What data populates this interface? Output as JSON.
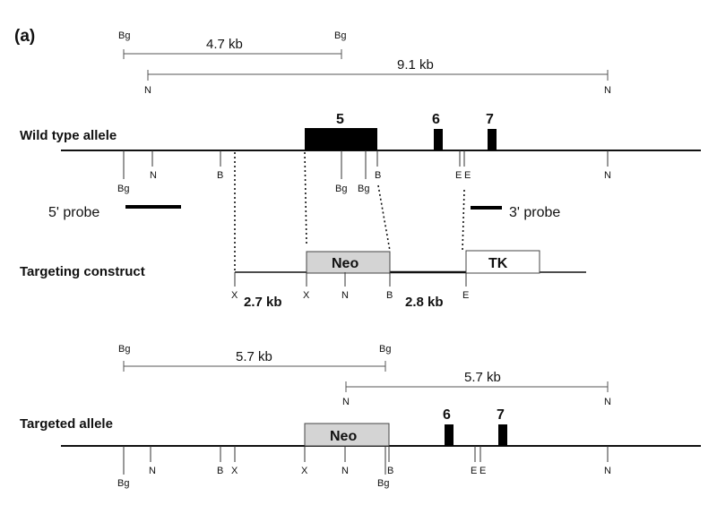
{
  "panel_label": "(a)",
  "wild_type": {
    "label": "Wild type allele",
    "exons": [
      "5",
      "6",
      "7"
    ],
    "sites_below": [
      "Bg",
      "N",
      "B",
      "Bg",
      "Bg",
      "B",
      "E",
      "E",
      "N"
    ],
    "distances": [
      {
        "label": "4.7 kb",
        "left": "Bg",
        "right": "Bg"
      },
      {
        "label": "9.1 kb",
        "left": "N",
        "right": "N"
      }
    ]
  },
  "probes": [
    "5' probe",
    "3' probe"
  ],
  "construct": {
    "label": "Targeting construct",
    "boxes": [
      "Neo",
      "TK"
    ],
    "sites": [
      "X",
      "X",
      "N",
      "B",
      "E"
    ],
    "fragments": [
      "2.7 kb",
      "2.8 kb"
    ]
  },
  "targeted": {
    "label": "Targeted allele",
    "box": "Neo",
    "exons": [
      "6",
      "7"
    ],
    "sites_below": [
      "Bg",
      "N",
      "B",
      "X",
      "X",
      "N",
      "B",
      "Bg",
      "E",
      "E",
      "N"
    ],
    "distances": [
      {
        "label": "5.7 kb",
        "left": "Bg",
        "right": "Bg"
      },
      {
        "label": "5.7 kb",
        "left": "N",
        "right": "N"
      }
    ]
  },
  "colors": {
    "exon": "#000000",
    "neo_fill": "#d4d4d4",
    "tk_fill": "#ffffff",
    "line": "#111111"
  }
}
